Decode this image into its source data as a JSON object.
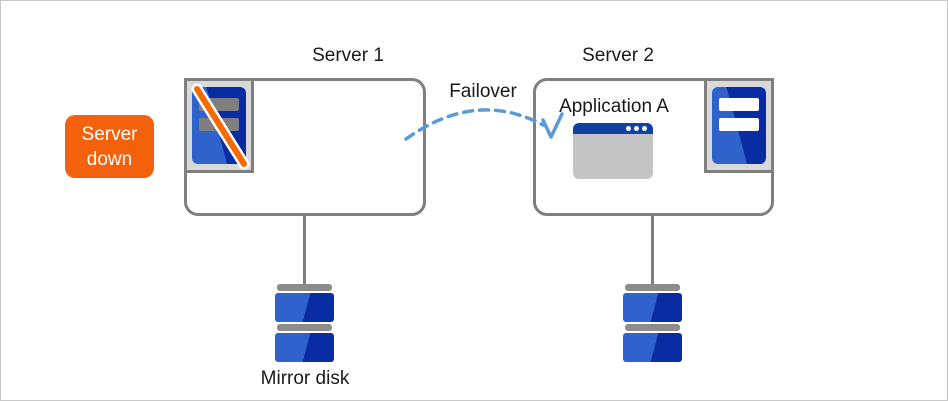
{
  "badge": {
    "text": "Server down",
    "color": "#f4610d"
  },
  "server1": {
    "label": "Server 1",
    "status": "down"
  },
  "server2": {
    "label": "Server 2",
    "application_label": "Application A",
    "status": "up"
  },
  "failover": {
    "label": "Failover",
    "arrow_color": "#5b9bd5"
  },
  "mirror_disk": {
    "label": "Mirror disk"
  },
  "icons": {
    "server_down_icon": "blue server chassis with orange diagonal slash",
    "server_up_icon": "blue server chassis with two white slots",
    "application_window_icon": "window with blue titlebar and three dots",
    "mirror_disk_icon": "stacked blue disk platters with gray caps"
  },
  "colors": {
    "box_border": "#7f7f7f",
    "frame_fill": "#d9d9d9",
    "server_blue_light": "#2f63cb",
    "server_blue_dark": "#0a2ca3",
    "slash_orange": "#f86a00",
    "badge_orange": "#f4610d",
    "app_titlebar_blue": "#10439f",
    "app_body_gray": "#c4c4c4",
    "disk_cap_gray": "#8c8c8c",
    "arrow_blue": "#5b9bd5"
  }
}
